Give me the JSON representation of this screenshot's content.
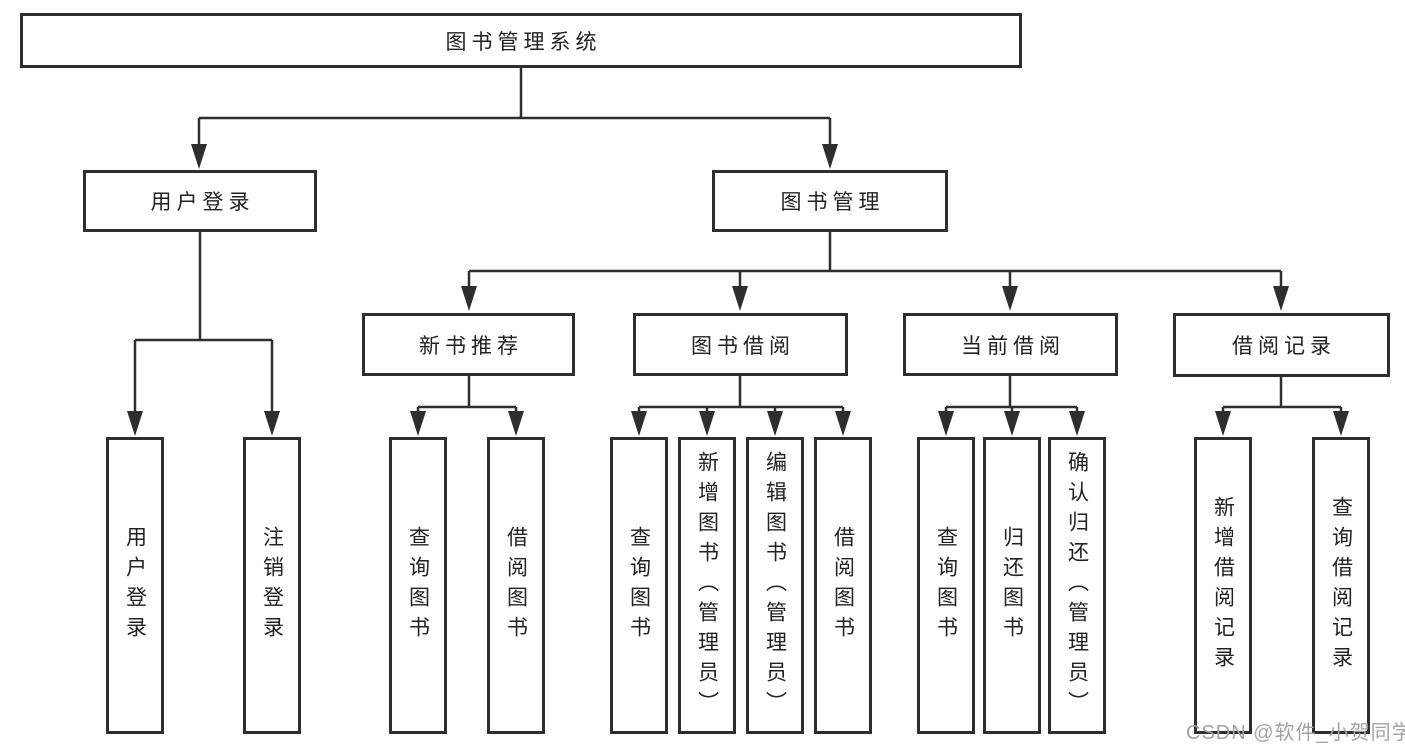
{
  "diagram": {
    "root": {
      "label": "图书管理系统"
    },
    "level2": [
      {
        "label": "用户登录"
      },
      {
        "label": "图书管理"
      }
    ],
    "level3": [
      {
        "label": "新书推荐"
      },
      {
        "label": "图书借阅"
      },
      {
        "label": "当前借阅"
      },
      {
        "label": "借阅记录"
      }
    ],
    "leaves": {
      "user_login": [
        {
          "label": "用户登录"
        },
        {
          "label": "注销登录"
        }
      ],
      "new_book_recommend": [
        {
          "label": "查询图书"
        },
        {
          "label": "借阅图书"
        }
      ],
      "book_borrow": [
        {
          "label": "查询图书"
        },
        {
          "label": "新增图书（管理员）"
        },
        {
          "label": "编辑图书（管理员）"
        },
        {
          "label": "借阅图书"
        }
      ],
      "current_borrow": [
        {
          "label": "查询图书"
        },
        {
          "label": "归还图书"
        },
        {
          "label": "确认归还（管理员）"
        }
      ],
      "borrow_records": [
        {
          "label": "新增借阅记录"
        },
        {
          "label": "查询借阅记录"
        }
      ]
    }
  },
  "watermark": {
    "text": "CSDN @软件_小贺同学"
  },
  "colors": {
    "line": "#2e2e2e",
    "box_border": "#2e2e2e",
    "box_fill": "#ffffff",
    "text": "#222222",
    "watermark": "#a3a3a3",
    "background": "#ffffff"
  }
}
